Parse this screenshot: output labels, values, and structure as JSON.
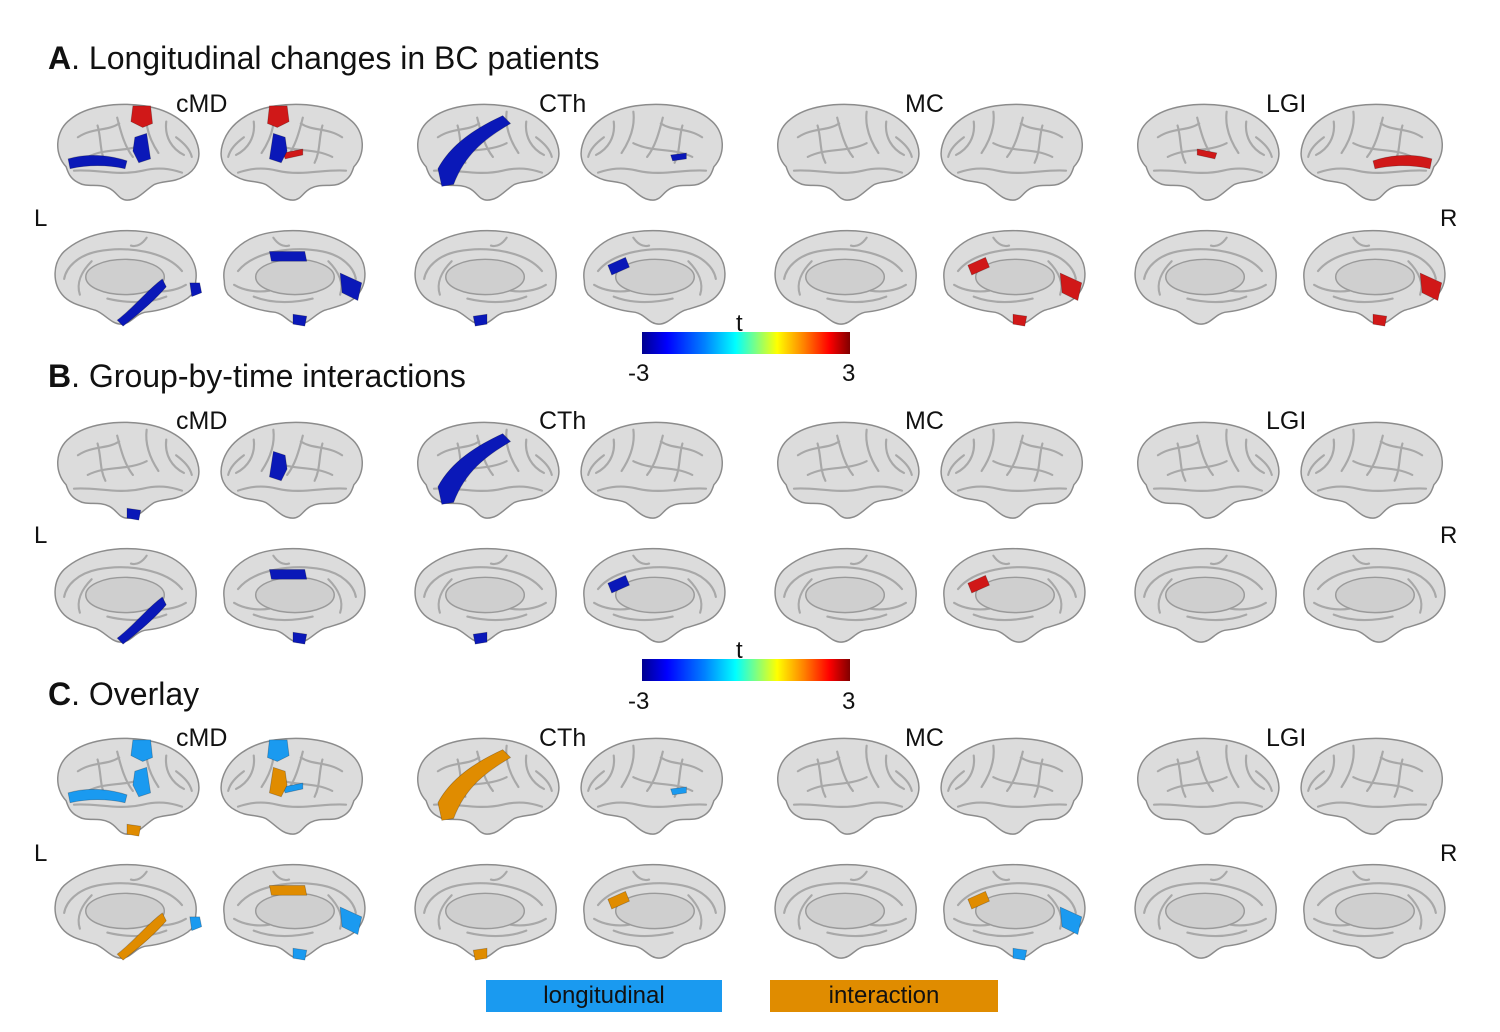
{
  "panels": [
    {
      "letter": "A",
      "title": ". Longitudinal changes in BC patients"
    },
    {
      "letter": "B",
      "title": ". Group-by-time interactions"
    },
    {
      "letter": "C",
      "title": ". Overlay"
    }
  ],
  "metrics": [
    "cMD",
    "CTh",
    "MC",
    "LGI"
  ],
  "hemisphere_labels": {
    "left": "L",
    "right": "R"
  },
  "colorbar": {
    "title": "t",
    "min_label": "-3",
    "max_label": "3"
  },
  "legend": {
    "longitudinal": "longitudinal",
    "interaction": "interaction"
  },
  "colors": {
    "negative": "#0a18b8",
    "positive": "#d01818",
    "longitudinal": "#1a9af0",
    "interaction": "#e08c00",
    "cortex": "#dcdcdc",
    "sulcus": "#a8a8a8"
  }
}
